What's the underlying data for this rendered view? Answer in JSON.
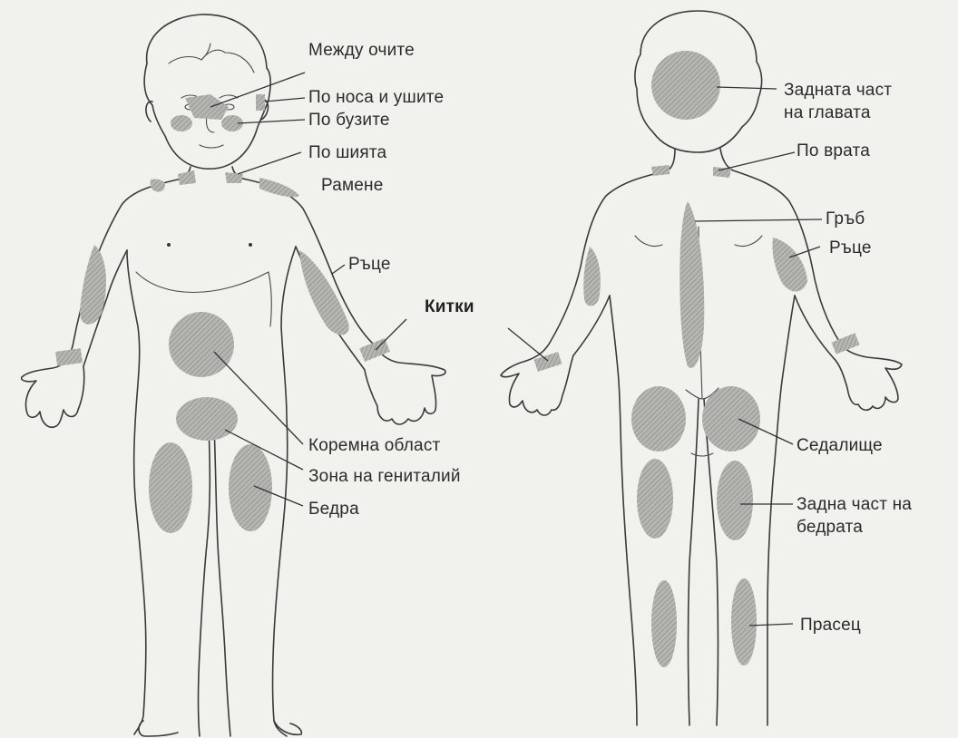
{
  "labels": {
    "between_eyes": "Между очите",
    "nose_ears": "По носа и ушите",
    "cheeks": "По бузите",
    "neck_front": "По шията",
    "shoulders": "Рамене",
    "arms_front": "Ръце",
    "wrists": "Китки",
    "abdomen": "Коремна област",
    "genital_area": "Зона на гениталий",
    "thighs": "Бедра",
    "back_of_head_line1": "Задната част",
    "back_of_head_line2": "на главата",
    "neck_back": "По врата",
    "back": "Гръб",
    "arms_back": "Ръце",
    "buttocks": "Седалище",
    "back_thighs_line1": "Задна част на",
    "back_thighs_line2": "бедрата",
    "calf": "Прасец"
  },
  "colors": {
    "background": "#f1f1ee",
    "outline": "#3a3a3a",
    "hatch_fill": "#a9a9a6",
    "text": "#2b2b2b"
  }
}
